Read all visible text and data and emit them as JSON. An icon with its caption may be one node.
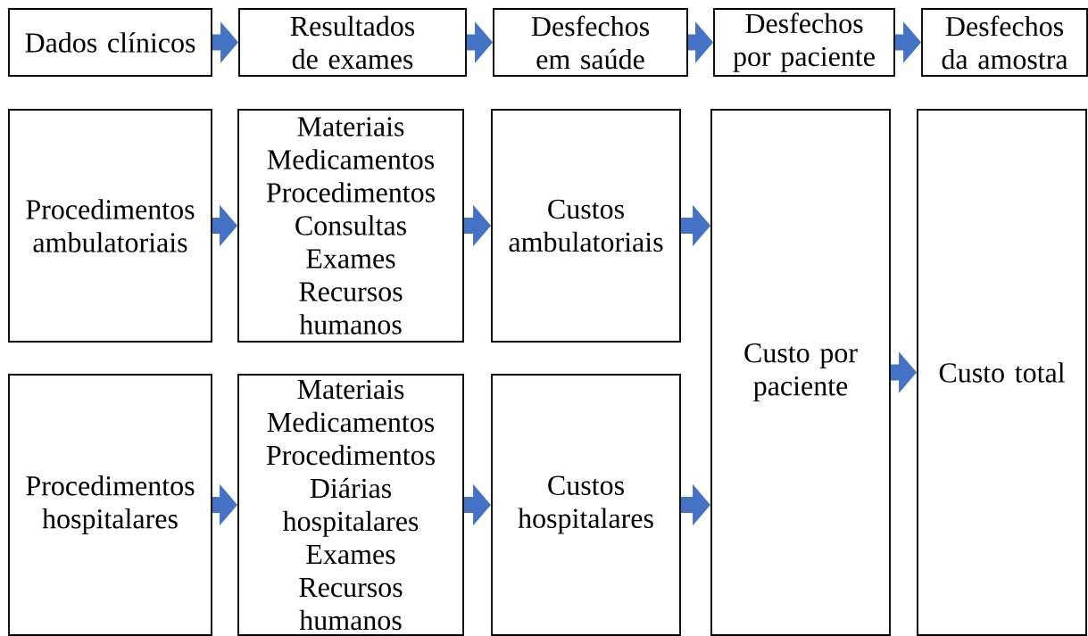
{
  "diagram": {
    "nodes": [
      {
        "text": [
          "Dados clínicos"
        ]
      },
      {
        "text": [
          "Resultados de exames"
        ]
      },
      {
        "text": [
          "Desfechos em saúde"
        ]
      },
      {
        "text": [
          "Desfechos por paciente"
        ]
      },
      {
        "text": [
          "Desfechos da amostra"
        ]
      },
      {
        "text": [
          "Procedimentos ambulatoriais"
        ]
      },
      {
        "text": [
          "Materiais",
          "Medicamentos",
          "Procedimentos",
          "Consultas",
          "Exames",
          "Recursos humanos"
        ]
      },
      {
        "text": [
          "Custos ambulatoriais"
        ]
      },
      {
        "text": [
          "Procedimentos hospitalares"
        ]
      },
      {
        "text": [
          "Materiais",
          "Medicamentos",
          "Procedimentos",
          "Diárias hospitalares",
          "Exames",
          "Recursos humanos"
        ]
      },
      {
        "text": [
          "Custos hospitalares"
        ]
      },
      {
        "text": [
          "Custo por paciente"
        ]
      },
      {
        "text": [
          "Custo total"
        ]
      }
    ],
    "edges": [
      {
        "from": 0,
        "to": 1,
        "arrow": "to"
      },
      {
        "from": 1,
        "to": 2,
        "arrow": "to"
      },
      {
        "from": 2,
        "to": 3,
        "arrow": "to"
      },
      {
        "from": 3,
        "to": 4,
        "arrow": "to"
      },
      {
        "from": 5,
        "to": 6,
        "arrow": "to"
      },
      {
        "from": 6,
        "to": 7,
        "arrow": "to"
      },
      {
        "from": 7,
        "to": 11,
        "arrow": "to"
      },
      {
        "from": 8,
        "to": 9,
        "arrow": "to"
      },
      {
        "from": 9,
        "to": 10,
        "arrow": "to"
      },
      {
        "from": 10,
        "to": 11,
        "arrow": "to"
      },
      {
        "from": 11,
        "to": 12,
        "arrow": "to"
      }
    ]
  }
}
